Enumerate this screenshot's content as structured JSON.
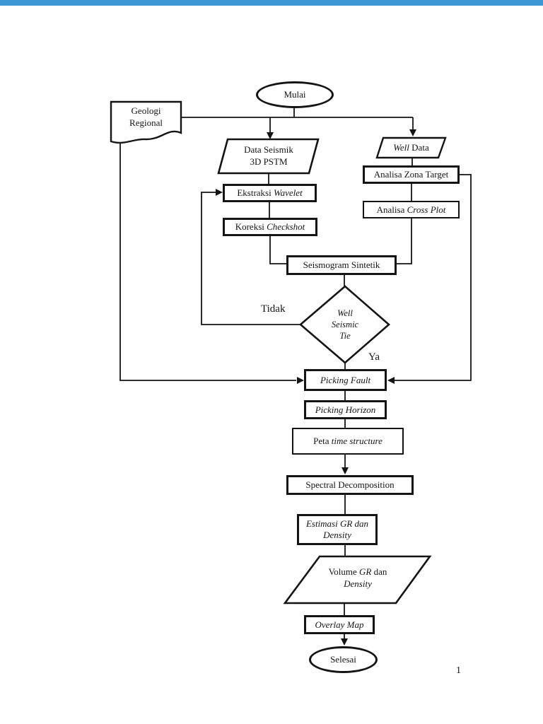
{
  "page": {
    "number": "1",
    "accent_bar_color": "#3e97d5",
    "background_color": "#ffffff",
    "line_color": "#141414"
  },
  "flowchart": {
    "start": "Mulai",
    "geologi": {
      "l1": "Geologi",
      "l2": "Regional"
    },
    "data_seismik": {
      "l1": "Data Seismik",
      "l2": "3D PSTM"
    },
    "well_data": {
      "i": "Well",
      "r": " Data"
    },
    "analisa_zona_target": "Analisa Zona Target",
    "ekstraksi_wavelet": {
      "r": "Ekstraksi ",
      "i": "Wavelet"
    },
    "analisa_cross_plot": {
      "r": "Analisa ",
      "i": "Cross Plot"
    },
    "koreksi_checkshot": {
      "r": "Koreksi ",
      "i": "Checkshot"
    },
    "seismogram_sintetik": "Seismogram Sintetik",
    "well_seismic_tie": {
      "l1": "Well",
      "l2": "Seismic",
      "l3": "Tie"
    },
    "label_tidak": "Tidak",
    "label_ya": "Ya",
    "picking_fault": "Picking Fault",
    "picking_horizon": "Picking Horizon",
    "peta_time_structure": {
      "r": "Peta ",
      "i": "time structure"
    },
    "spectral_decomposition": "Spectral Decomposition",
    "estimasi_gr_density": {
      "l1": "Estimasi GR dan",
      "l2": "Density"
    },
    "volume_gr_density": {
      "r1": "Volume ",
      "i1": "GR",
      "r2": " dan",
      "i2": "Density"
    },
    "overlay_map": "Overlay Map",
    "end": "Selesai"
  }
}
